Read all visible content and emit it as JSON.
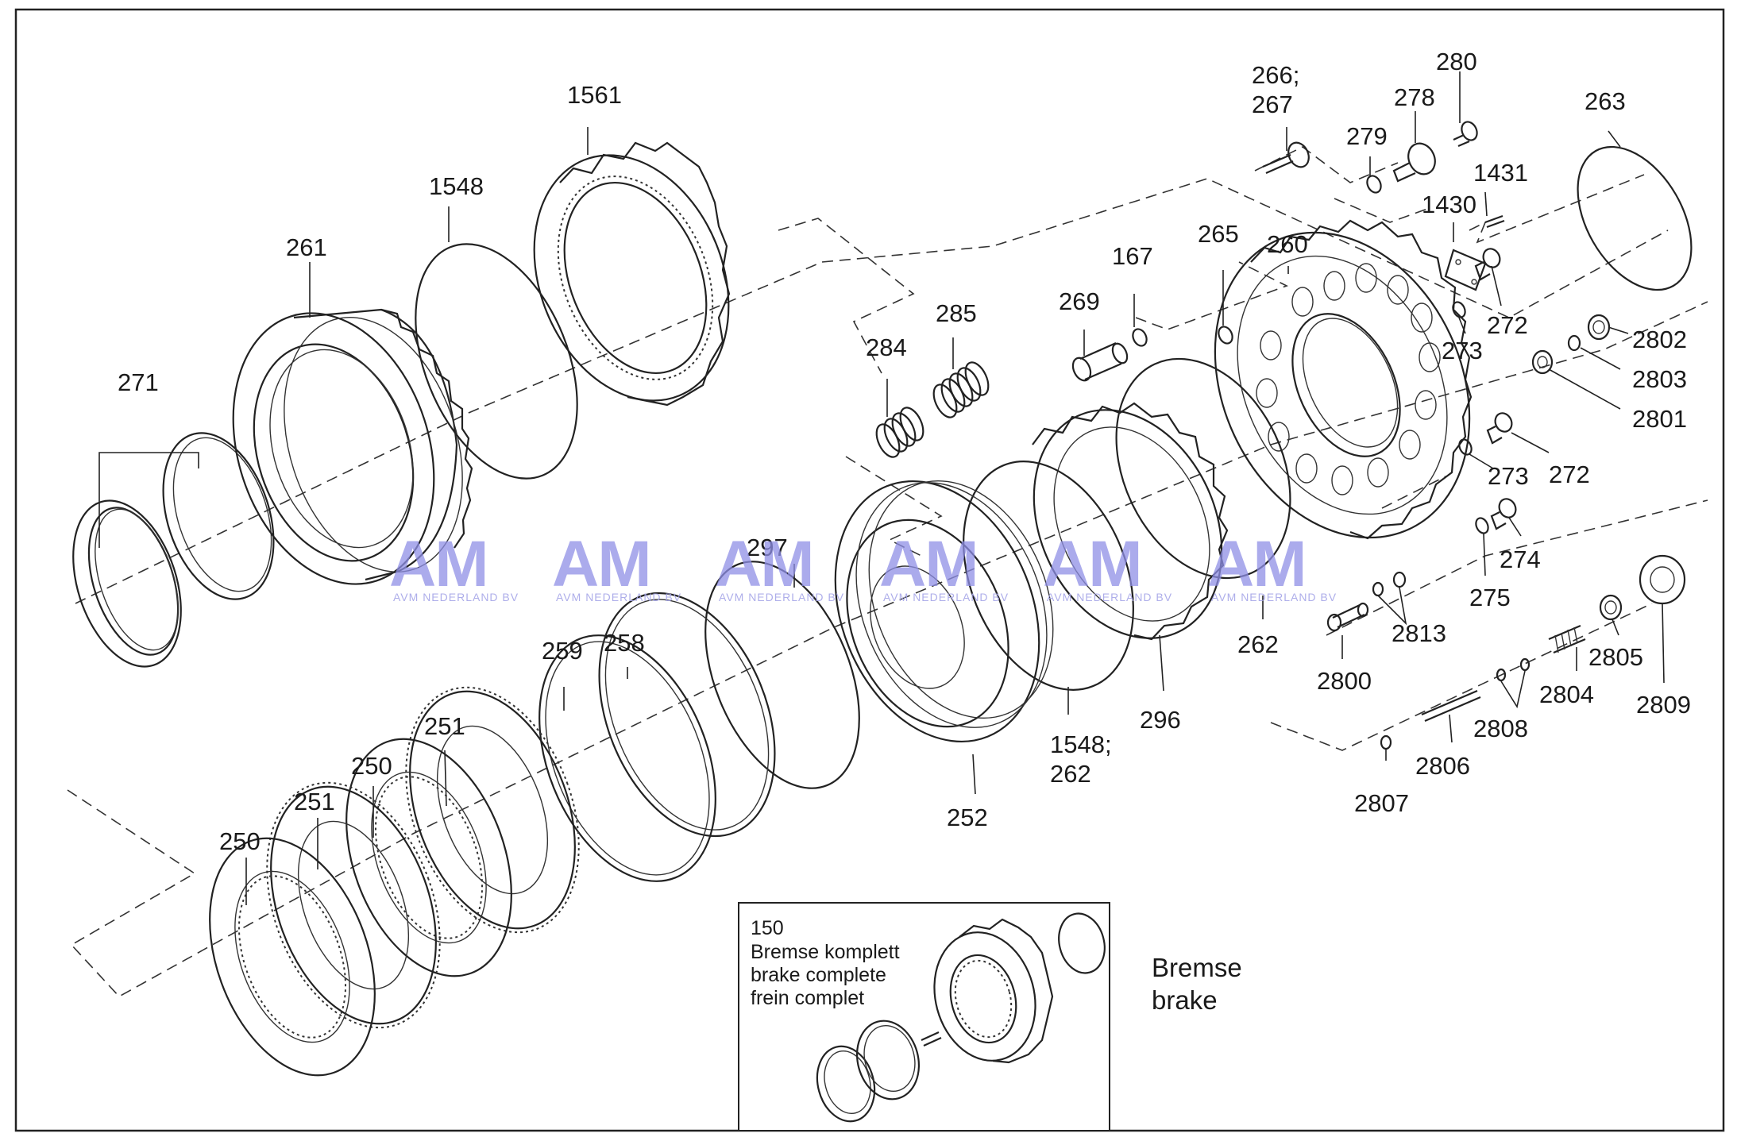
{
  "diagram": {
    "labels": [
      {
        "id": "271",
        "text": "271"
      },
      {
        "id": "261",
        "text": "261"
      },
      {
        "id": "1548-top",
        "text": "1548"
      },
      {
        "id": "1561",
        "text": "1561"
      },
      {
        "id": "284",
        "text": "284"
      },
      {
        "id": "285",
        "text": "285"
      },
      {
        "id": "269",
        "text": "269"
      },
      {
        "id": "167",
        "text": "167"
      },
      {
        "id": "265",
        "text": "265"
      },
      {
        "id": "260",
        "text": "260"
      },
      {
        "id": "266-267-a",
        "text": "266;"
      },
      {
        "id": "266-267-b",
        "text": "267"
      },
      {
        "id": "279",
        "text": "279"
      },
      {
        "id": "278",
        "text": "278"
      },
      {
        "id": "280",
        "text": "280"
      },
      {
        "id": "1430",
        "text": "1430"
      },
      {
        "id": "1431",
        "text": "1431"
      },
      {
        "id": "263",
        "text": "263"
      },
      {
        "id": "272-a",
        "text": "272"
      },
      {
        "id": "273-a",
        "text": "273"
      },
      {
        "id": "2802",
        "text": "2802"
      },
      {
        "id": "2803",
        "text": "2803"
      },
      {
        "id": "2801",
        "text": "2801"
      },
      {
        "id": "273-b",
        "text": "273"
      },
      {
        "id": "272-b",
        "text": "272"
      },
      {
        "id": "274",
        "text": "274"
      },
      {
        "id": "275",
        "text": "275"
      },
      {
        "id": "297",
        "text": "297"
      },
      {
        "id": "258",
        "text": "258"
      },
      {
        "id": "259",
        "text": "259"
      },
      {
        "id": "262",
        "text": "262"
      },
      {
        "id": "2813",
        "text": "2813"
      },
      {
        "id": "2800",
        "text": "2800"
      },
      {
        "id": "2805",
        "text": "2805"
      },
      {
        "id": "2804",
        "text": "2804"
      },
      {
        "id": "2809",
        "text": "2809"
      },
      {
        "id": "2808",
        "text": "2808"
      },
      {
        "id": "2806",
        "text": "2806"
      },
      {
        "id": "2807",
        "text": "2807"
      },
      {
        "id": "296",
        "text": "296"
      },
      {
        "id": "1548-262-a",
        "text": "1548;"
      },
      {
        "id": "1548-262-b",
        "text": "262"
      },
      {
        "id": "252",
        "text": "252"
      },
      {
        "id": "251-a",
        "text": "251"
      },
      {
        "id": "250-a",
        "text": "250"
      },
      {
        "id": "251-b",
        "text": "251"
      },
      {
        "id": "250-b",
        "text": "250"
      }
    ]
  },
  "inset": {
    "number": "150",
    "line_de": "Bremse komplett",
    "line_en": "brake complete",
    "line_fr": "frein complet"
  },
  "title": {
    "line1": "Bremse",
    "line2": "brake"
  },
  "watermark": {
    "logo": "AM",
    "company": "AVM NEDERLAND BV"
  },
  "colors": {
    "line": "#222222",
    "watermark": "#8f8fe6",
    "background": "#ffffff"
  }
}
